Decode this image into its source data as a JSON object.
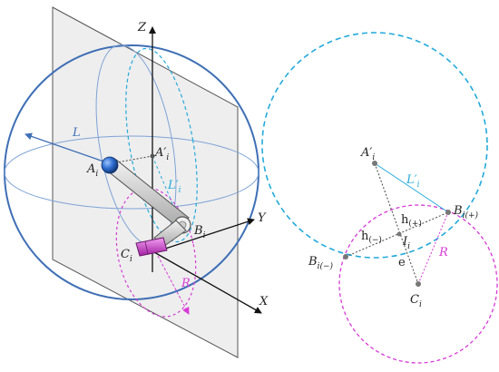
{
  "left_figure": {
    "axis_labels": {
      "z": "Z",
      "y": "Y",
      "x": "X"
    },
    "labels": {
      "L": "L",
      "A_prime": "A′",
      "A_prime_sub": "i",
      "L_prime": "L′",
      "L_prime_sub": "i",
      "A": "A",
      "A_sub": "i",
      "B": "B",
      "B_sub": "i",
      "C": "C",
      "C_sub": "i",
      "R": "R"
    }
  },
  "right_figure": {
    "labels": {
      "A_prime": "A′",
      "A_prime_sub": "i",
      "L_prime": "L′",
      "L_prime_sub": "i",
      "B_plus": "B",
      "B_plus_sub": "i(+)",
      "B_minus": "B",
      "B_minus_sub": "i(−)",
      "h_plus": "h",
      "h_plus_sub": "(+)",
      "h_minus": "h",
      "h_minus_sub": "(−)",
      "I": "I",
      "I_sub": "i",
      "e": "e",
      "R": "R",
      "C": "C",
      "C_sub": "i"
    }
  },
  "colors": {
    "sphere": "#3f6fb5",
    "cyan_circle": "#24aadb",
    "magenta_circle": "#d63ad6",
    "plane": "#d9d9d9",
    "ball_blue": "#2f6fd0",
    "link_grey": "#bdbdbd"
  }
}
